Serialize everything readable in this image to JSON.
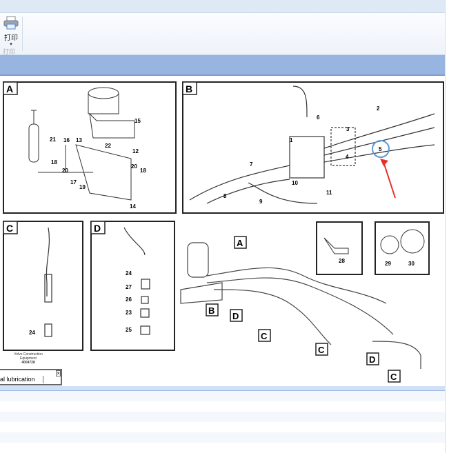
{
  "ribbon": {
    "print_label": "打印",
    "print_arrow": "▾",
    "group_label": "打印"
  },
  "diagram": {
    "panels": [
      "A",
      "B",
      "C",
      "D"
    ],
    "panel_a_parts": [
      "21",
      "16",
      "13",
      "15",
      "22",
      "12",
      "18",
      "20",
      "17",
      "19",
      "20",
      "18",
      "14"
    ],
    "panel_b_parts": [
      "6",
      "1",
      "2",
      "3",
      "4",
      "5",
      "7",
      "10",
      "8",
      "9",
      "11"
    ],
    "panel_c_parts": [
      "24"
    ],
    "panel_d_parts": [
      "24",
      "27",
      "26",
      "23",
      "25"
    ],
    "small_parts": [
      "28",
      "29",
      "30"
    ],
    "callouts": [
      "A",
      "B",
      "D",
      "C",
      "C",
      "D",
      "C"
    ],
    "highlight_color": "#5b9bd5",
    "arrow_color": "#e8302a"
  },
  "titleblock": {
    "brand_line1": "Volvo Construction",
    "brand_line2": "Equipment",
    "doc_number": "4004728",
    "title_text": "al lubrication",
    "close": "×"
  }
}
